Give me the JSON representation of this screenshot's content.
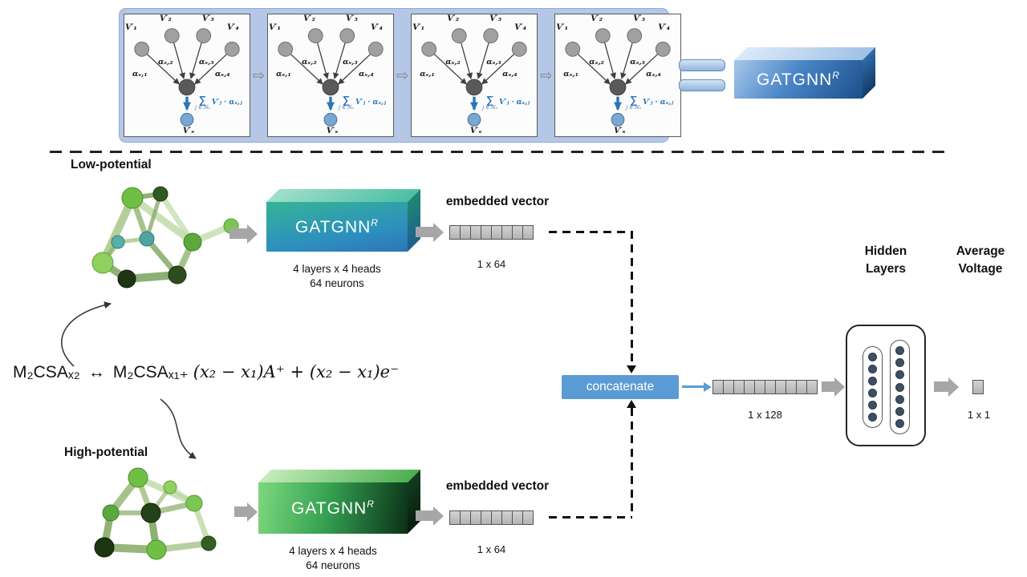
{
  "top_strip": {
    "panel_count": 4,
    "arrow_glyph": "⇨",
    "panel": {
      "v1": "V′₁",
      "v2": "V′₂",
      "v3": "V′₃",
      "v4": "V′₄",
      "a1": "αₛ,₁",
      "a2": "αₛ,₂",
      "a3": "αₛ,₃",
      "a4": "αₛ,₄",
      "sigma": "∑",
      "sum_limits": "j ∈ Nₛ",
      "sum_expr": "V′ⱼ · αₛ,ⱼ",
      "vs": "V′ₛ"
    },
    "gatgnn_label": "GATGNN",
    "gatgnn_sup": "R"
  },
  "low_branch": {
    "label": "Low-potential",
    "gatgnn_label": "GATGNN",
    "gatgnn_sup": "R",
    "caption_line1": "4 layers x 4 heads",
    "caption_line2": "64 neurons",
    "embedded_label": "embedded vector",
    "vector_dim": "1 x 64",
    "vector_cells": 8
  },
  "high_branch": {
    "label": "High-potential",
    "gatgnn_label": "GATGNN",
    "gatgnn_sup": "R",
    "caption_line1": "4 layers x 4 heads",
    "caption_line2": "64 neurons",
    "embedded_label": "embedded vector",
    "vector_dim": "1 x 64",
    "vector_cells": 8
  },
  "equation": {
    "lhs": "M₂CSAₓ₂",
    "arrow": "↔",
    "rhs_base": "M₂CSAₓ₁₊",
    "rhs_math": "(x₂ − x₁)A⁺ + (x₂ − x₁)e⁻"
  },
  "fusion": {
    "concatenate": "concatenate",
    "vector_dim": "1 x 128",
    "vector_cells": 10,
    "hidden_line1": "Hidden",
    "hidden_line2": "Layers",
    "hidden_col1_dots": 6,
    "hidden_col2_dots": 7,
    "output_line1": "Average",
    "output_line2": "Voltage",
    "output_dim": "1 x 1"
  },
  "colors": {
    "strip_bg": "#b4c7e7",
    "formula_blue": "#2e75b6",
    "concatenate_blue": "#5b9bd5",
    "gray_arrow": "#a6a6a6",
    "box_blue": "#1b4f8a",
    "box_teal": "#2fae8f",
    "box_green": "#35a352"
  }
}
